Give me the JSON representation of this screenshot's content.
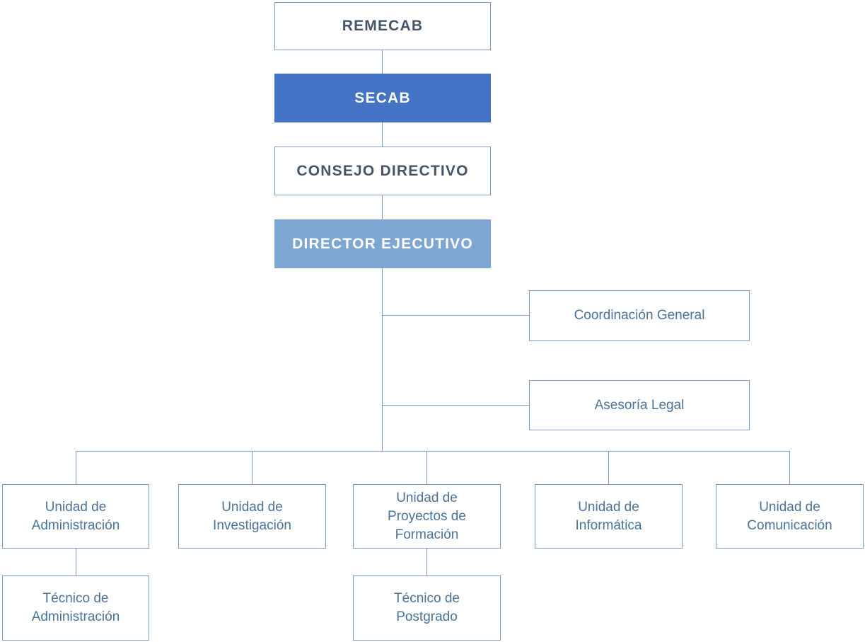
{
  "theme": {
    "background": "#ffffff",
    "line_color": "#7d9dc7",
    "accent_dark": "#4472c4",
    "accent_light": "#7ea6d3",
    "text_dark": "#44546a",
    "text_regular": "#4b7399"
  },
  "nodes": {
    "remecab": {
      "label": "REMECAB"
    },
    "secab": {
      "label": "SECAB"
    },
    "consejo_directivo": {
      "label": "CONSEJO DIRECTIVO"
    },
    "director_ejecutivo": {
      "label": "DIRECTOR EJECUTIVO"
    },
    "coordinacion_general": {
      "label": "Coordinación General"
    },
    "asesoria_legal": {
      "label": "Asesoría Legal"
    },
    "unidad_administracion": {
      "label": "Unidad de Administración"
    },
    "unidad_investigacion": {
      "label": "Unidad de Investigación"
    },
    "unidad_proyectos_formacion": {
      "label": "Unidad de Proyectos de Formación"
    },
    "unidad_informatica": {
      "label": "Unidad de Informática"
    },
    "unidad_comunicacion": {
      "label": "Unidad de Comunicación"
    },
    "tecnico_administracion": {
      "label": "Técnico de Administración"
    },
    "tecnico_postgrado": {
      "label": "Técnico de Postgrado"
    }
  },
  "hierarchy": {
    "edges": [
      [
        "REMECAB",
        "SECAB"
      ],
      [
        "SECAB",
        "CONSEJO DIRECTIVO"
      ],
      [
        "CONSEJO DIRECTIVO",
        "DIRECTOR EJECUTIVO"
      ],
      [
        "DIRECTOR EJECUTIVO",
        "Coordinación General"
      ],
      [
        "DIRECTOR EJECUTIVO",
        "Asesoría Legal"
      ],
      [
        "DIRECTOR EJECUTIVO",
        "Unidad de Administración"
      ],
      [
        "DIRECTOR EJECUTIVO",
        "Unidad de Investigación"
      ],
      [
        "DIRECTOR EJECUTIVO",
        "Unidad de Proyectos de Formación"
      ],
      [
        "DIRECTOR EJECUTIVO",
        "Unidad de Informática"
      ],
      [
        "DIRECTOR EJECUTIVO",
        "Unidad de Comunicación"
      ],
      [
        "Unidad de Administración",
        "Técnico de Administración"
      ],
      [
        "Unidad de Proyectos de Formación",
        "Técnico de Postgrado"
      ]
    ]
  }
}
